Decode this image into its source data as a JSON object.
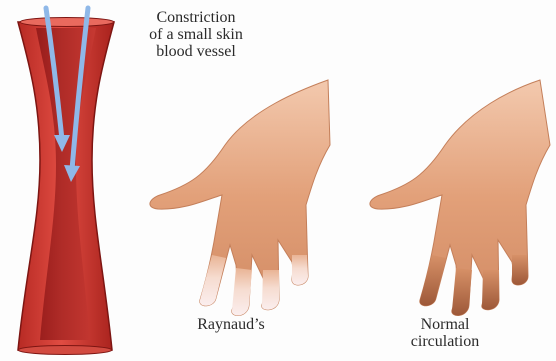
{
  "labels": {
    "vessel_caption_lines": [
      "Constriction",
      "of a small skin",
      "blood vessel"
    ],
    "raynaud": "Raynaud’s",
    "normal_lines": [
      "Normal",
      "circulation"
    ]
  },
  "colors": {
    "vessel_wall": "#cf3a33",
    "vessel_inner": "#a51f1e",
    "arrow": "#8fb8e8",
    "skin": "#e4a07c",
    "raynaud_fingertips": "#f4dede",
    "normal_fingertips": "#b8704a"
  }
}
